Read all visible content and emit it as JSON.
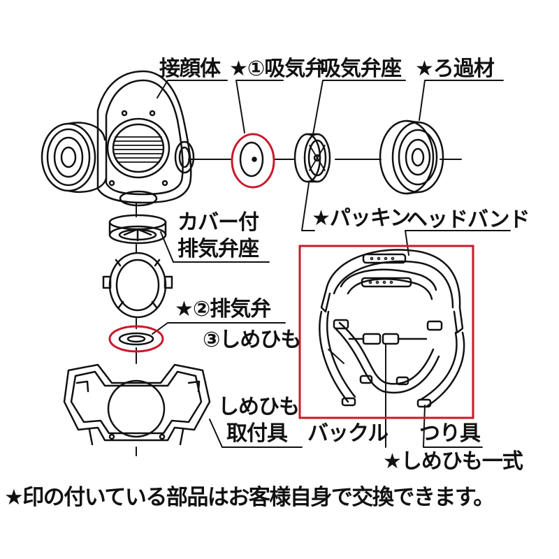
{
  "labels": {
    "face_piece": "接顔体",
    "inhalation_valve": "★①吸気弁",
    "inhalation_valve_seat": "吸気弁座",
    "filter": "★ろ過材",
    "packing": "★パッキン",
    "cover_line1": "カバー付",
    "cover_line2": "排気弁座",
    "head_band": "ヘッドバンド",
    "exhalation_valve": "★②排気弁",
    "strap": "③しめひも",
    "strap_mount_line1": "しめひも",
    "strap_mount_line2": "取付具",
    "buckle": "バックル",
    "hanger": "つり具",
    "strap_set": "★しめひも一式"
  },
  "note": "★印の付いている部品はお客様自身で交換できます。",
  "colors": {
    "highlight": "#c8192b",
    "ink": "#111111"
  }
}
